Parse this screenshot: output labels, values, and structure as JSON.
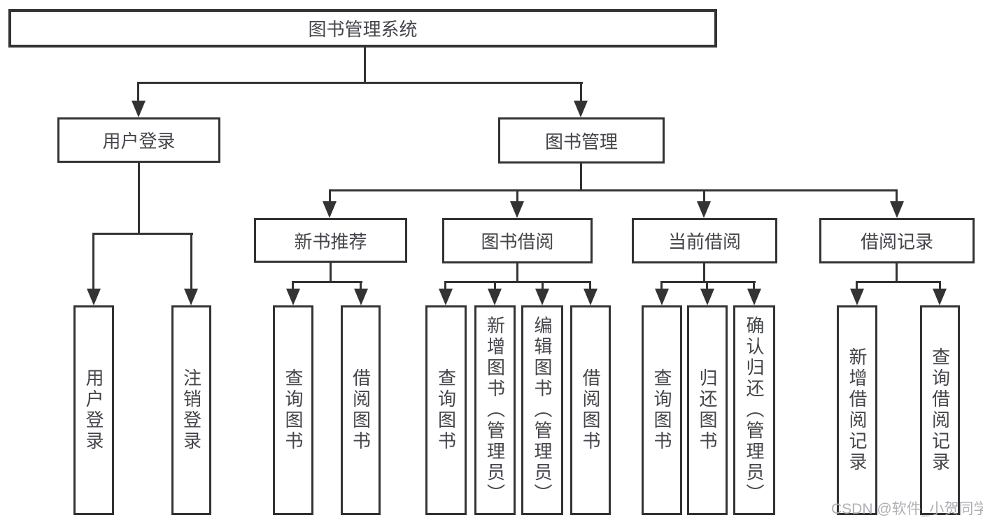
{
  "tree": {
    "root": {
      "label": "图书管理系统"
    },
    "branches": [
      {
        "label": "用户登录",
        "children": [
          {
            "label": "用户登录"
          },
          {
            "label": "注销登录"
          }
        ]
      },
      {
        "label": "图书管理",
        "children": [
          {
            "label": "新书推荐",
            "children": [
              {
                "label": "查询图书"
              },
              {
                "label": "借阅图书"
              }
            ]
          },
          {
            "label": "图书借阅",
            "children": [
              {
                "label": "查询图书"
              },
              {
                "label": "新增图书（管理员）"
              },
              {
                "label": "编辑图书（管理员）"
              },
              {
                "label": "借阅图书"
              }
            ]
          },
          {
            "label": "当前借阅",
            "children": [
              {
                "label": "查询图书"
              },
              {
                "label": "归还图书"
              },
              {
                "label": "确认归还（管理员）"
              }
            ]
          },
          {
            "label": "借阅记录",
            "children": [
              {
                "label": "新增借阅记录"
              },
              {
                "label": "查询借阅记录"
              }
            ]
          }
        ]
      }
    ]
  },
  "watermark": {
    "text": "CSDN @软件_小贺同学"
  },
  "colors": {
    "line": "#333333",
    "text": "#43454a",
    "watermark": "#adb0b5",
    "background": "#ffffff"
  }
}
